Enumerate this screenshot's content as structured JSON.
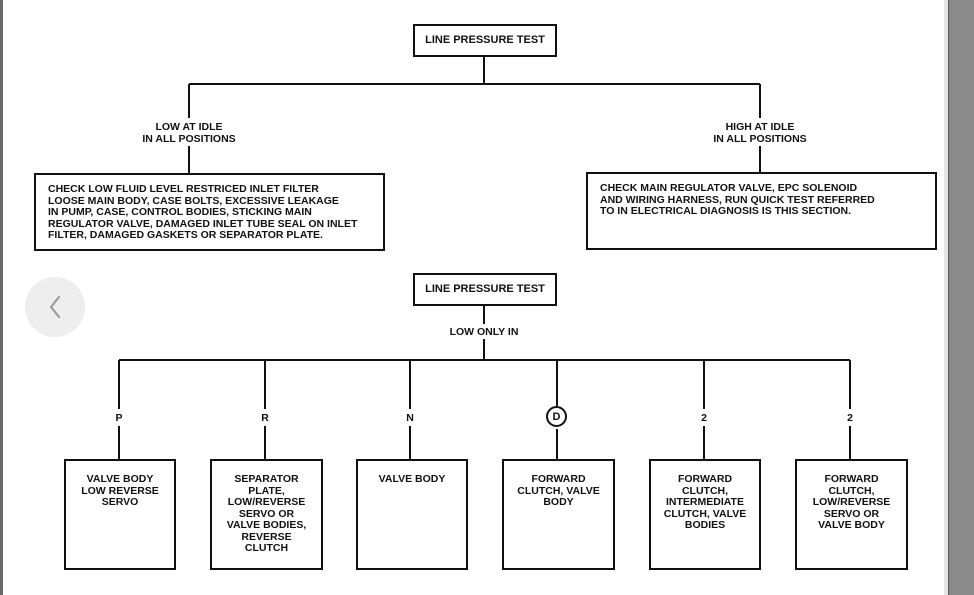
{
  "diagram": {
    "top": {
      "title": "LINE PRESSURE TEST",
      "left_condition": "LOW AT IDLE\nIN ALL POSITIONS",
      "right_condition": "HIGH AT IDLE\nIN ALL POSITIONS",
      "left_action": "CHECK LOW FLUID LEVEL RESTRICED INLET FILTER\nLOOSE MAIN BODY, CASE BOLTS, EXCESSIVE LEAKAGE\nIN PUMP, CASE, CONTROL BODIES, STICKING MAIN\nREGULATOR VALVE, DAMAGED INLET TUBE SEAL ON INLET\nFILTER, DAMAGED GASKETS OR SEPARATOR PLATE.",
      "right_action": "CHECK MAIN REGULATOR VALVE, EPC SOLENOID\nAND WIRING HARNESS, RUN QUICK TEST REFERRED\nTO IN ELECTRICAL DIAGNOSIS IS THIS SECTION."
    },
    "bottom": {
      "title": "LINE PRESSURE TEST",
      "condition": "LOW ONLY IN",
      "branches": [
        {
          "gear": "P",
          "text": "VALVE BODY\nLOW REVERSE\nSERVO"
        },
        {
          "gear": "R",
          "text": "SEPARATOR\nPLATE,\nLOW/REVERSE\nSERVO OR\nVALVE BODIES,\nREVERSE\nCLUTCH"
        },
        {
          "gear": "N",
          "text": "VALVE BODY"
        },
        {
          "gear": "D",
          "text": "FORWARD\nCLUTCH, VALVE\nBODY"
        },
        {
          "gear": "2",
          "text": "FORWARD\nCLUTCH,\nINTERMEDIATE\nCLUTCH, VALVE\nBODIES"
        },
        {
          "gear": "2",
          "text": "FORWARD\nCLUTCH,\nLOW/REVERSE\nSERVO OR\nVALVE BODY"
        }
      ]
    }
  },
  "viewer": {
    "prev_icon": "chevron-left-icon"
  }
}
